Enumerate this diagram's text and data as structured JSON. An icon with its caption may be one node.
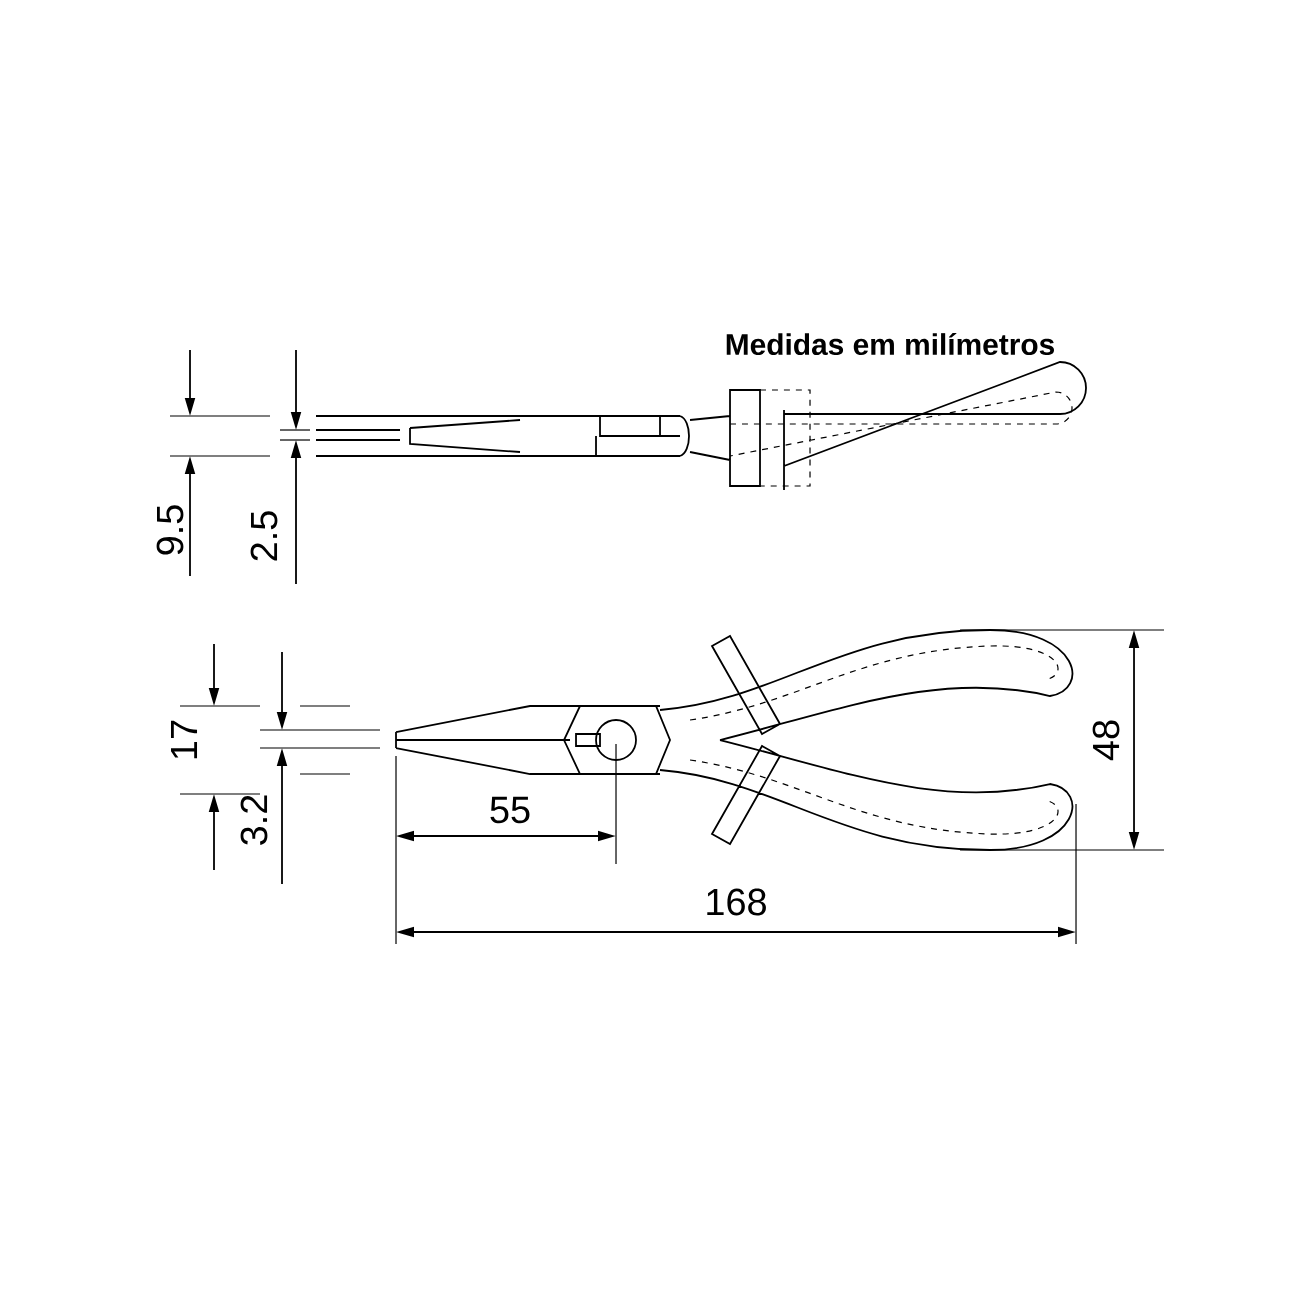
{
  "diagram": {
    "labels": [
      "Medidas em milímetros",
      "9.5",
      "2.5",
      "17",
      "48",
      "3.2",
      "55",
      "168"
    ]
  }
}
